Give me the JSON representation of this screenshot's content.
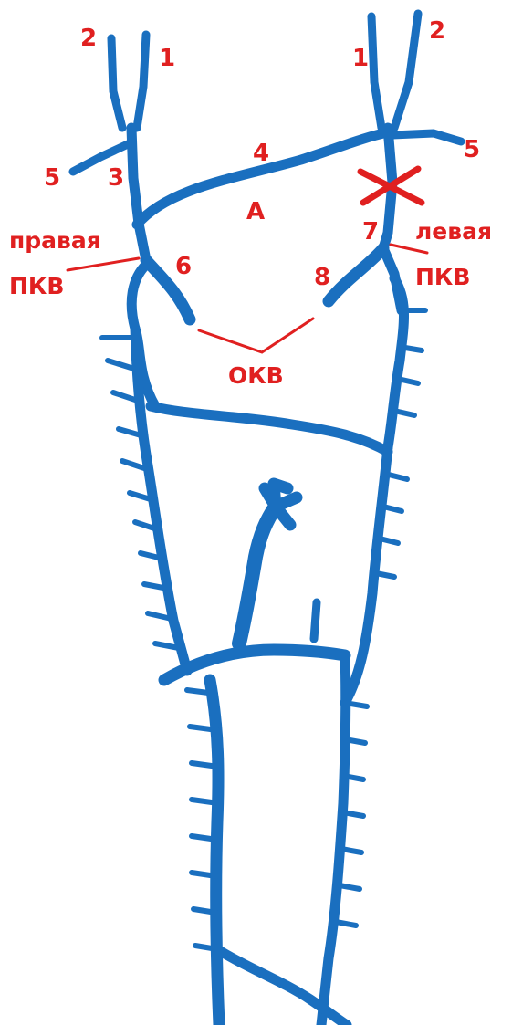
{
  "labels": {
    "n1_left": "1",
    "n2_left": "2",
    "n1_right": "1",
    "n2_right": "2",
    "n3": "3",
    "n4": "4",
    "n5_left": "5",
    "n5_right": "5",
    "n6": "6",
    "n7": "7",
    "n8": "8",
    "a": "А",
    "right_pkv_1": "правая",
    "right_pkv_2": "ПКВ",
    "left_pkv_1": "левая",
    "left_pkv_2": "ПКВ",
    "okv": "ОКВ"
  },
  "colors": {
    "vein": "#1a6fbf",
    "annotation": "#e02020"
  },
  "markers": {
    "ligation": "x-mark"
  }
}
